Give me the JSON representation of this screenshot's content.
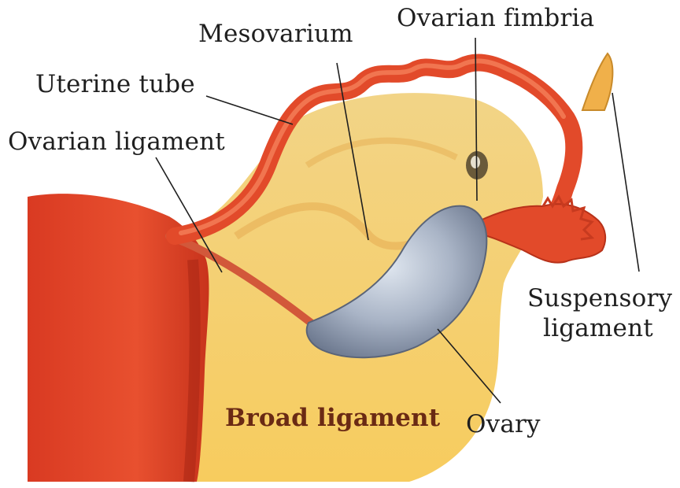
{
  "labels": {
    "mesovarium": "Mesovarium",
    "ovarian_fimbria": "Ovarian fimbria",
    "uterine_tube": "Uterine tube",
    "ovarian_ligament": "Ovarian ligament",
    "suspensory_ligament_line1": "Suspensory",
    "suspensory_ligament_line2": "ligament",
    "broad_ligament": "Broad ligament",
    "ovary": "Ovary"
  },
  "colors": {
    "background": "#ffffff",
    "uterus": "#e2442a",
    "broad_ligament": "#f6cf6e",
    "tube": "#ec5a36",
    "ovary": "#a9b4c6",
    "leader_line": "#1f1f1f"
  },
  "icons": [
    "uterus-shape",
    "uterine-tube-shape",
    "ovary-shape",
    "fimbria-shape"
  ]
}
